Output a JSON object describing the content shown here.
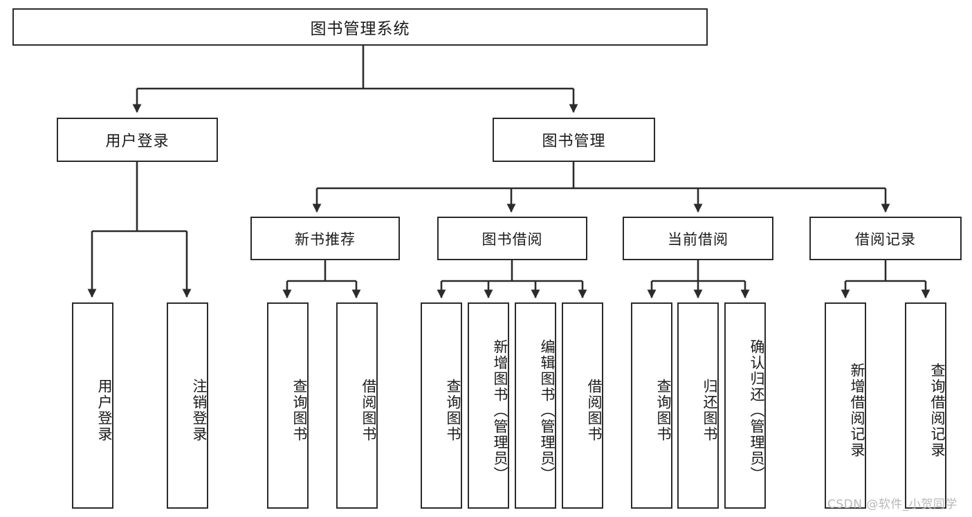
{
  "diagram": {
    "title": "图书管理系统",
    "type": "tree-hierarchy",
    "root": {
      "label": "图书管理系统"
    },
    "level2": [
      {
        "label": "用户登录"
      },
      {
        "label": "图书管理"
      }
    ],
    "level3": [
      {
        "label": "新书推荐"
      },
      {
        "label": "图书借阅"
      },
      {
        "label": "当前借阅"
      },
      {
        "label": "借阅记录"
      }
    ],
    "leaves": {
      "user_login": [
        {
          "label": "用户登录"
        },
        {
          "label": "注销登录"
        }
      ],
      "new_book_recommend": [
        {
          "label": "查询图书"
        },
        {
          "label": "借阅图书"
        }
      ],
      "book_borrow": [
        {
          "label": "查询图书"
        },
        {
          "label": "新增图书（管理员）"
        },
        {
          "label": "编辑图书（管理员）"
        },
        {
          "label": "借阅图书"
        }
      ],
      "current_borrow": [
        {
          "label": "查询图书"
        },
        {
          "label": "归还图书"
        },
        {
          "label": "确认归还（管理员）"
        }
      ],
      "borrow_record": [
        {
          "label": "新增借阅记录"
        },
        {
          "label": "查询借阅记录"
        }
      ]
    }
  },
  "watermark": {
    "text": "CSDN @软件_小贺同学"
  },
  "colors": {
    "border": "#2b2b2b",
    "background": "#ffffff",
    "text": "#1a1a1a",
    "watermark": "#b8b8b8"
  }
}
